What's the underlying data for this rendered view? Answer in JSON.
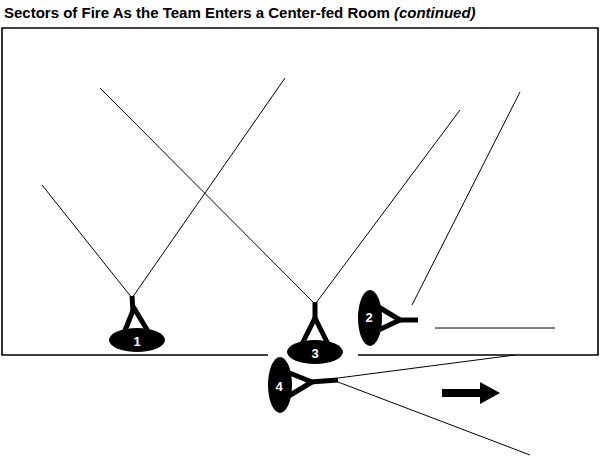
{
  "diagram": {
    "title": "Sectors of Fire As the Team Enters a Center-fed Room",
    "labels": [
      "(continued)",
      "1",
      "2",
      "3",
      "4"
    ]
  }
}
